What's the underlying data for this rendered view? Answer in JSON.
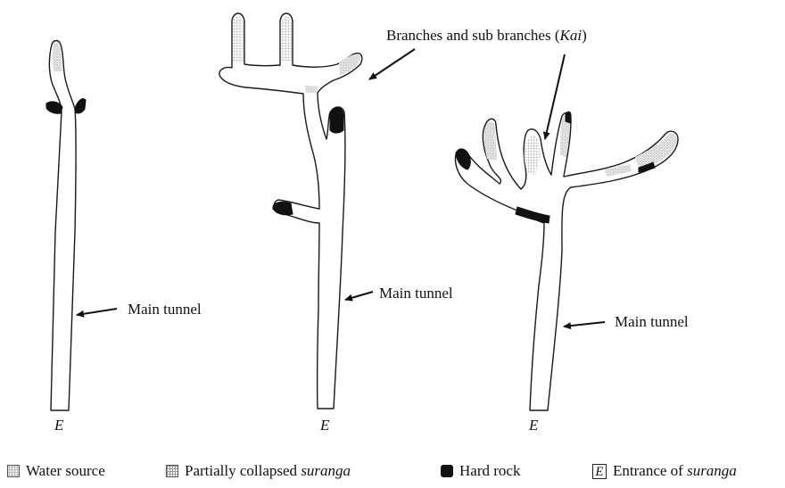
{
  "labels": {
    "branches_prefix": "Branches and sub branches (",
    "branches_italic": "Kai",
    "branches_suffix": ")",
    "main_tunnel_1": "Main tunnel",
    "main_tunnel_2": "Main tunnel",
    "main_tunnel_3": "Main tunnel",
    "entrance_1": "E",
    "entrance_2": "E",
    "entrance_3": "E"
  },
  "legend": {
    "water": "Water source",
    "collapsed_prefix": "Partially collapsed ",
    "collapsed_italic": "suranga",
    "rock": "Hard rock",
    "entrance_symbol": "E",
    "entrance_prefix": "Entrance of ",
    "entrance_italic": "suranga"
  },
  "colors": {
    "outline": "#1a1a1a",
    "hard_rock": "#111111",
    "water_fill": "#e6e6e6",
    "collapse_grid": "#999999"
  }
}
